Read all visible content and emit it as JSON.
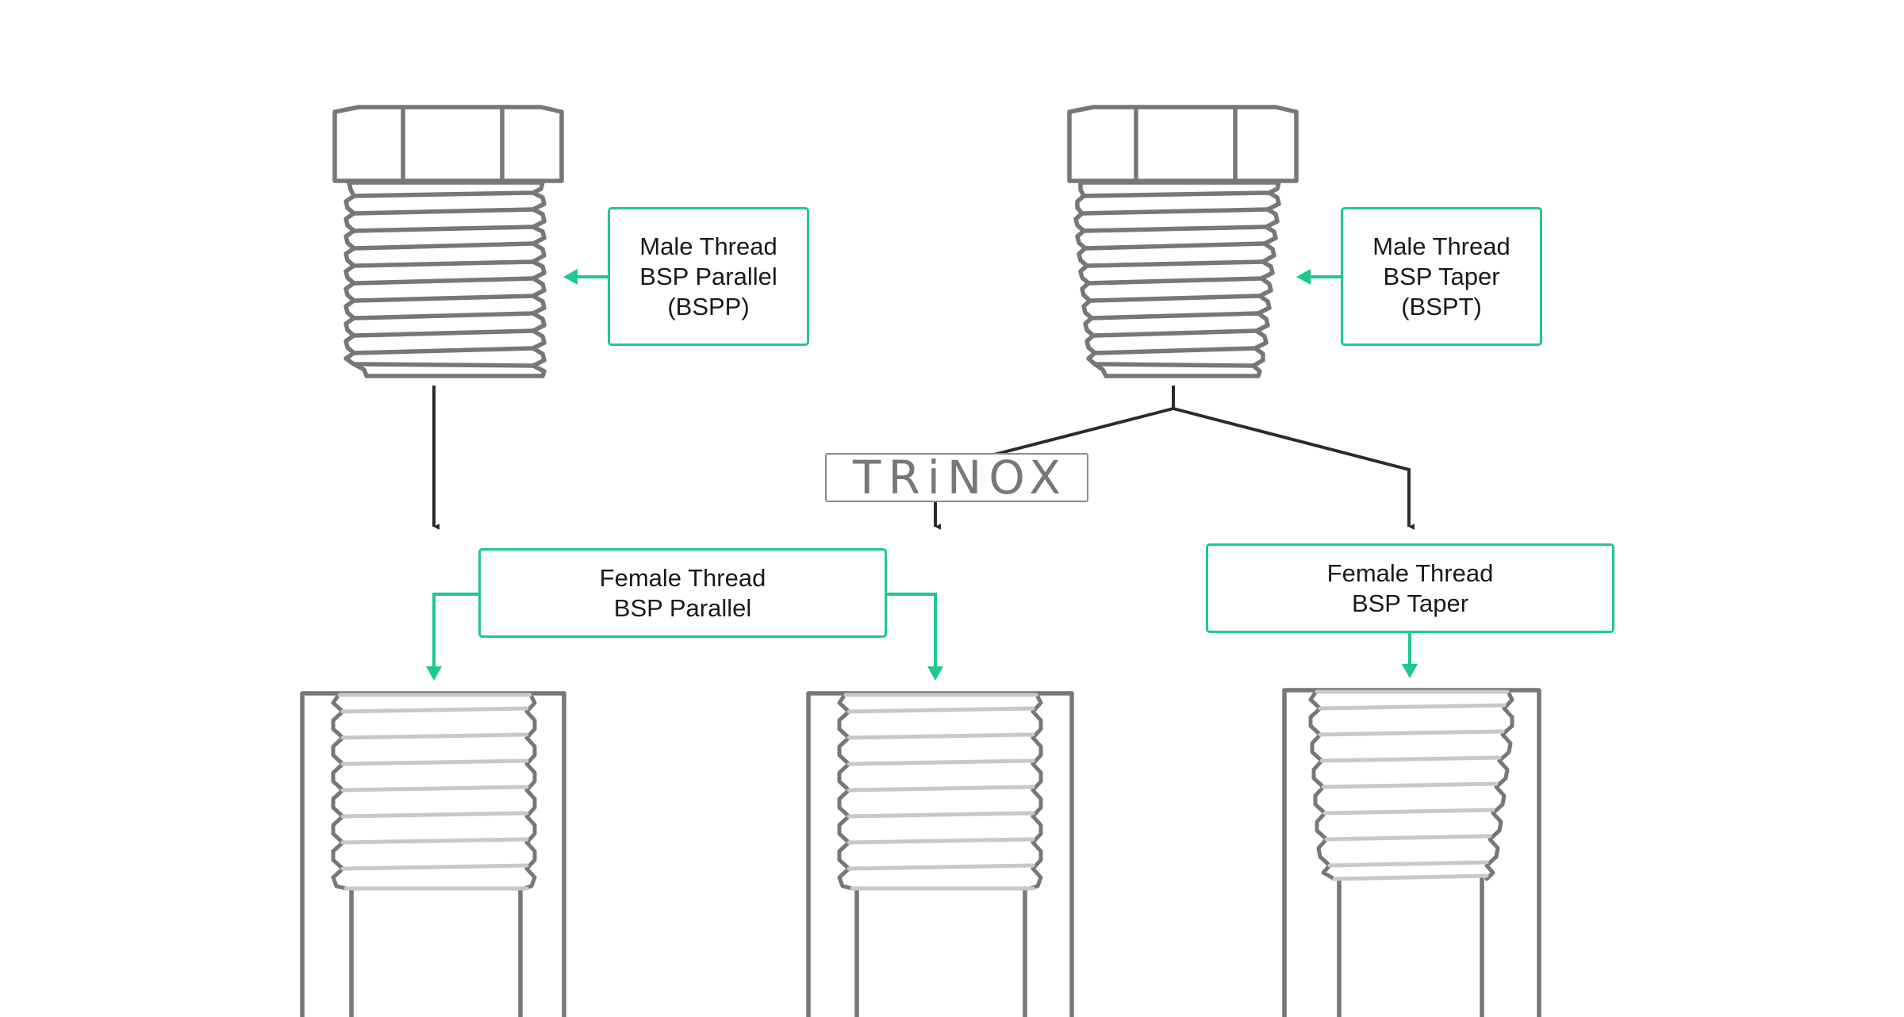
{
  "labels": {
    "male_bspp": [
      "Male Thread",
      "BSP Parallel",
      "(BSPP)"
    ],
    "male_bspt": [
      "Male Thread",
      "BSP Taper",
      "(BSPT)"
    ],
    "female_parallel": [
      "Female Thread",
      "BSP Parallel"
    ],
    "female_taper": [
      "Female Thread",
      "BSP Taper"
    ]
  },
  "logo": {
    "text": "TRiNOX"
  },
  "colors": {
    "accent": "#1dc891",
    "outline": "#777777",
    "inner_thread": "#c8c8c8",
    "arrow": "#2b2b2b",
    "text": "#1a1a1a"
  }
}
